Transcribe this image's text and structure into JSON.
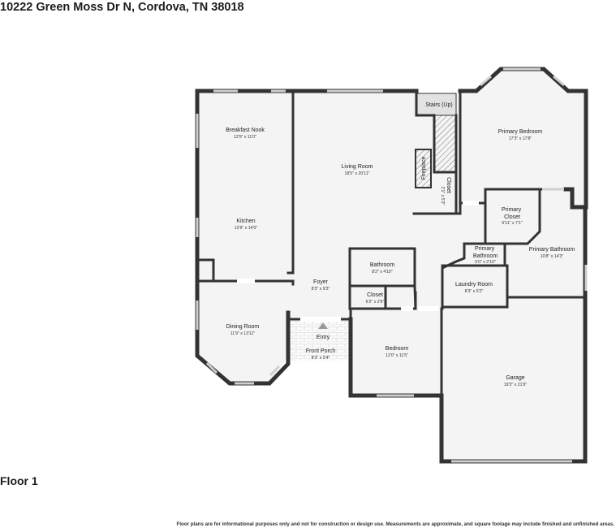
{
  "header": {
    "address": "10222 Green Moss Dr N, Cordova, TN 38018"
  },
  "floor_label": "Floor 1",
  "disclaimer": "Floor plans are for informational purposes only and not for construction or design use. Measurements are approximate, and square footage may include finished and unfinished areas.",
  "rooms": {
    "breakfast_nook": {
      "name": "Breakfast Nook",
      "dims": "12'9\" x 11'0\""
    },
    "living_room": {
      "name": "Living Room",
      "dims": "18'5\" x 20'11\""
    },
    "stairs": {
      "name": "Stairs (Up)"
    },
    "fireplace": {
      "name": "Fireplace"
    },
    "closet_small": {
      "name": "Closet",
      "dims": "2'1\" x 5'3\""
    },
    "primary_bedroom": {
      "name": "Primary Bedroom",
      "dims": "17'3\" x 17'8\""
    },
    "kitchen": {
      "name": "Kitchen",
      "dims": "12'9\" x 14'0\""
    },
    "primary_closet": {
      "name": "Primary\nCloset",
      "dims": "6'11\" x 7'1\""
    },
    "primary_bath_small": {
      "name": "Primary\nBathroom",
      "dims": "5'0\" x 2'10\""
    },
    "primary_bathroom": {
      "name": "Primary Bathroom",
      "dims": "10'8\" x 14'3\""
    },
    "bathroom": {
      "name": "Bathroom",
      "dims": "8'2\" x 4'10\""
    },
    "foyer": {
      "name": "Foyer",
      "dims": "8'3\" x 9'3\""
    },
    "laundry_room": {
      "name": "Laundry Room",
      "dims": "8'3\" x 5'2\""
    },
    "closet": {
      "name": "Closet",
      "dims": "6'2\" x 2'6\""
    },
    "dining_room": {
      "name": "Dining Room",
      "dims": "11'9\" x 13'11\""
    },
    "entry": {
      "name": "Entry"
    },
    "front_porch": {
      "name": "Front Porch",
      "dims": "8'3\" x 5'4\""
    },
    "bedroom": {
      "name": "Bedroom",
      "dims": "12'0\" x 11'5\""
    },
    "garage": {
      "name": "Garage",
      "dims": "19'3\" x 21'9\""
    }
  }
}
